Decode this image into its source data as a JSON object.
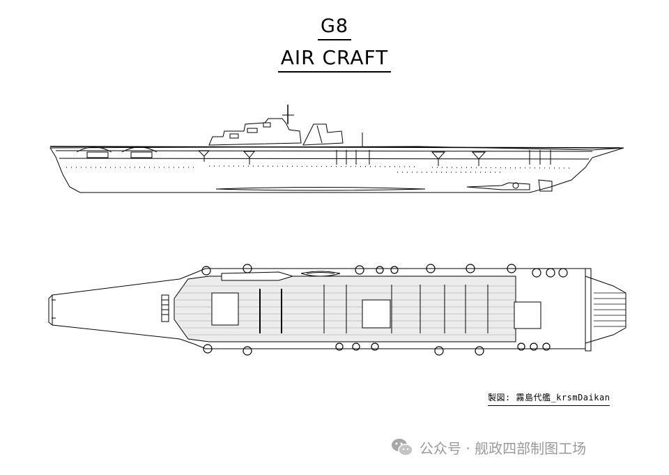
{
  "title": "G8",
  "subtitle": "AIR CRAFT",
  "credit": "製図: 霧島代艦_krsmDaikan",
  "watermark": {
    "text": "公众号 · 舰政四部制图工场",
    "icon": "wechat-icon"
  },
  "views": [
    "side-profile",
    "flight-deck-plan"
  ]
}
